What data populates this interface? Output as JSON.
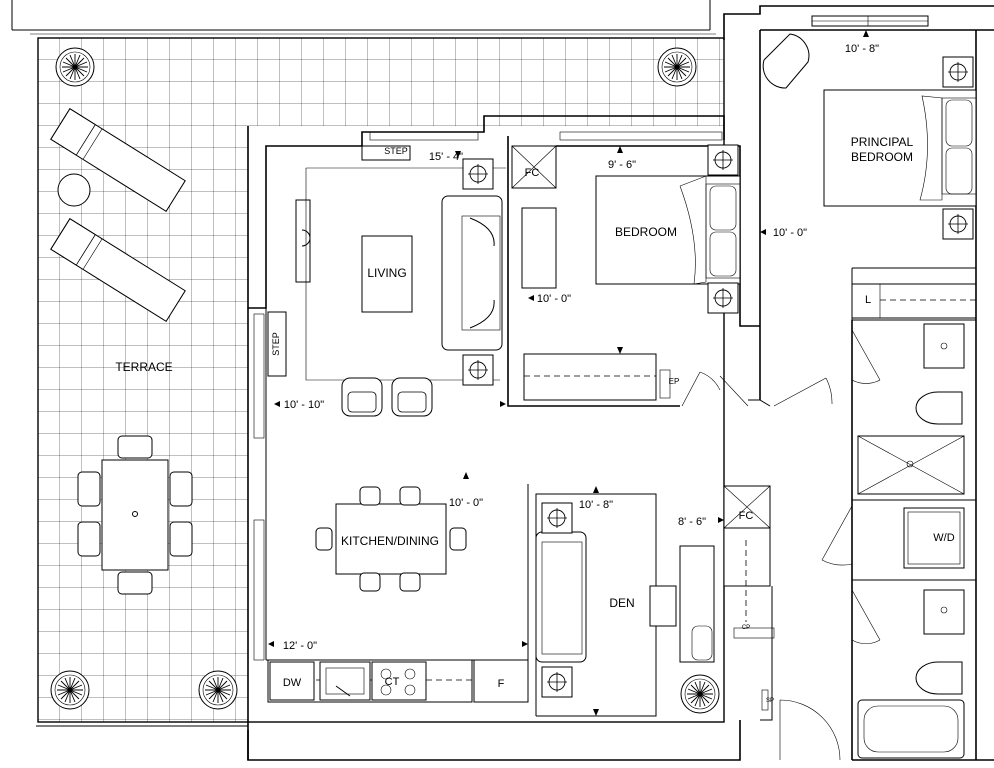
{
  "plan": {
    "rooms": {
      "terrace": "TERRACE",
      "living": "LIVING",
      "bedroom": "BEDROOM",
      "principal_bedroom_line1": "PRINCIPAL",
      "principal_bedroom_line2": "BEDROOM",
      "kitchen_dining": "KITCHEN/DINING",
      "den": "DEN"
    },
    "fixtures": {
      "step_top": "STEP",
      "step_side": "STEP",
      "fireplace_left": "FC",
      "fireplace_right": "FC",
      "laundry": "L",
      "washer_dryer": "W/D",
      "dishwasher": "DW",
      "cooktop": "CT",
      "fridge": "F",
      "electrical_panel": "EP",
      "cp": "CP",
      "sp": "SP"
    },
    "dimensions": {
      "principal_width": "10' - 8\"",
      "living_width": "15' - 4\"",
      "bedroom_width": "9' - 6\"",
      "principal_depth": "10' - 0\"",
      "bedroom_depth": "10' - 0\"",
      "living_depth": "10' - 10\"",
      "kitchen_depth": "10' - 0\"",
      "den_width": "10' - 8\"",
      "den_depth": "8' - 6\"",
      "kitchen_width": "12' - 0\""
    }
  }
}
